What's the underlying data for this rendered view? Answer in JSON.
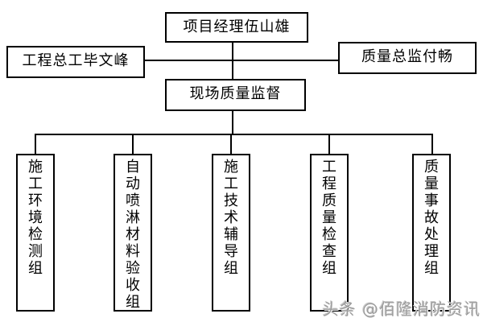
{
  "org_chart": {
    "top": {
      "label": "项目经理伍山雄"
    },
    "left": {
      "label": "工程总工毕文峰"
    },
    "right": {
      "label": "质量总监付畅"
    },
    "middle": {
      "label": "现场质量监督"
    },
    "groups": [
      {
        "label": "施工环境检测组"
      },
      {
        "label": "自动喷淋材料验收组"
      },
      {
        "label": "施工技术辅导组"
      },
      {
        "label": "工程质量检查组"
      },
      {
        "label": "质量事故处理组"
      }
    ]
  },
  "watermark": {
    "text": "头条 @佰隆消防资讯"
  },
  "colors": {
    "line": "#000000",
    "background": "#ffffff",
    "watermark_text": "#9c9c9c"
  }
}
